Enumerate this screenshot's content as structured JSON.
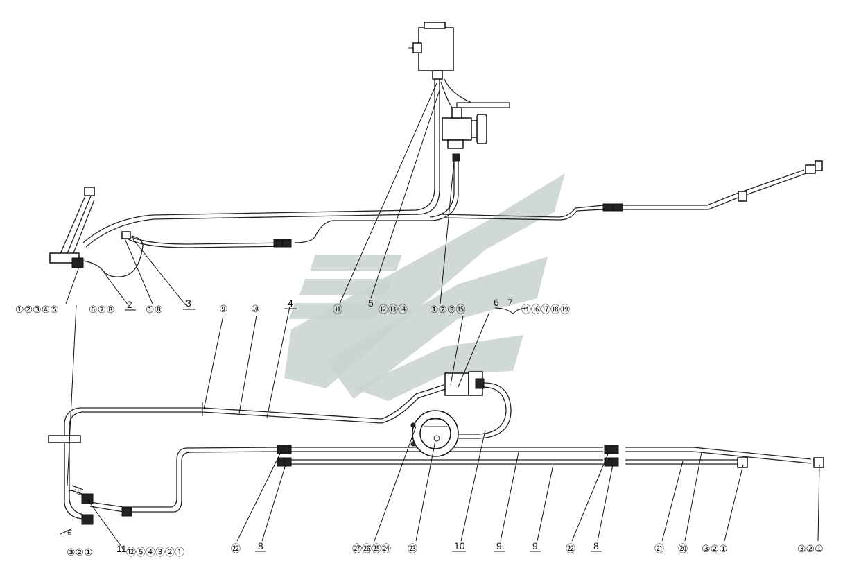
{
  "callouts": [
    {
      "id": "c1",
      "text": "①②③④⑤"
    },
    {
      "id": "c2",
      "text": "⑥⑦⑧"
    },
    {
      "id": "c3",
      "text": "2"
    },
    {
      "id": "c4",
      "text": "①⑧"
    },
    {
      "id": "c5",
      "text": "3"
    },
    {
      "id": "c6",
      "text": "⑨"
    },
    {
      "id": "c7",
      "text": "⑩"
    },
    {
      "id": "c8",
      "text": "4"
    },
    {
      "id": "c9",
      "text": "⑪"
    },
    {
      "id": "c10",
      "text": "5"
    },
    {
      "id": "c11",
      "text": "⑫⑬⑭"
    },
    {
      "id": "c12",
      "text": "①②③⑮"
    },
    {
      "id": "c13",
      "text": "6"
    },
    {
      "id": "c14",
      "text": "7"
    },
    {
      "id": "c15",
      "text": "⑪⑯⑰⑱⑲"
    },
    {
      "id": "c16",
      "text": "③②①"
    },
    {
      "id": "c17",
      "text": "11"
    },
    {
      "id": "c18",
      "text": "⑫⑤④③②①"
    },
    {
      "id": "c19",
      "text": "㉒"
    },
    {
      "id": "c20",
      "text": "8"
    },
    {
      "id": "c21",
      "text": "㉗㉖㉕㉔"
    },
    {
      "id": "c22",
      "text": "㉓"
    },
    {
      "id": "c23",
      "text": "10"
    },
    {
      "id": "c24",
      "text": "9"
    },
    {
      "id": "c25",
      "text": "9"
    },
    {
      "id": "c26",
      "text": "㉒"
    },
    {
      "id": "c27",
      "text": "8"
    },
    {
      "id": "c28",
      "text": "㉑"
    },
    {
      "id": "c29",
      "text": "⑳"
    },
    {
      "id": "c30",
      "text": "③②①"
    },
    {
      "id": "c31",
      "text": "③②①"
    }
  ],
  "side_marks": [
    {
      "id": "m1",
      "text": "左"
    },
    {
      "id": "m2",
      "text": "右"
    }
  ],
  "colors": {
    "line": "#222222",
    "watermark": "#c9d2cf",
    "background": "#ffffff"
  }
}
